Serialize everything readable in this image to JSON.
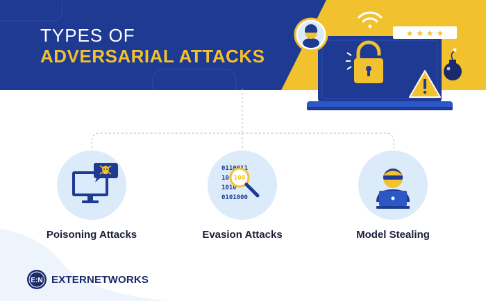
{
  "header": {
    "title_line1": "TYPES OF",
    "title_line2": "ADVERSARIAL ATTACKS"
  },
  "colors": {
    "navy": "#1f3a93",
    "yellow": "#f2c12e",
    "light_blue": "#dcebfa",
    "text_dark": "#1b1f3b"
  },
  "hero": {
    "icons": [
      "hacker-avatar-icon",
      "wifi-icon",
      "password-stars-icon",
      "padlock-icon",
      "warning-icon",
      "bomb-icon",
      "laptop-icon"
    ]
  },
  "attacks": [
    {
      "label": "Poisoning Attacks",
      "icon": "monitor-skull-icon"
    },
    {
      "label": "Evasion Attacks",
      "icon": "binary-magnifier-icon"
    },
    {
      "label": "Model Stealing",
      "icon": "hacker-laptop-icon"
    }
  ],
  "evasion_icon_text": {
    "row1": "0110011",
    "row2": "10010",
    "row3": "1010",
    "row4": "0101000",
    "highlight": "100"
  },
  "brand": {
    "logo_text": "E:N",
    "name": "EXTERNETWORKS"
  }
}
